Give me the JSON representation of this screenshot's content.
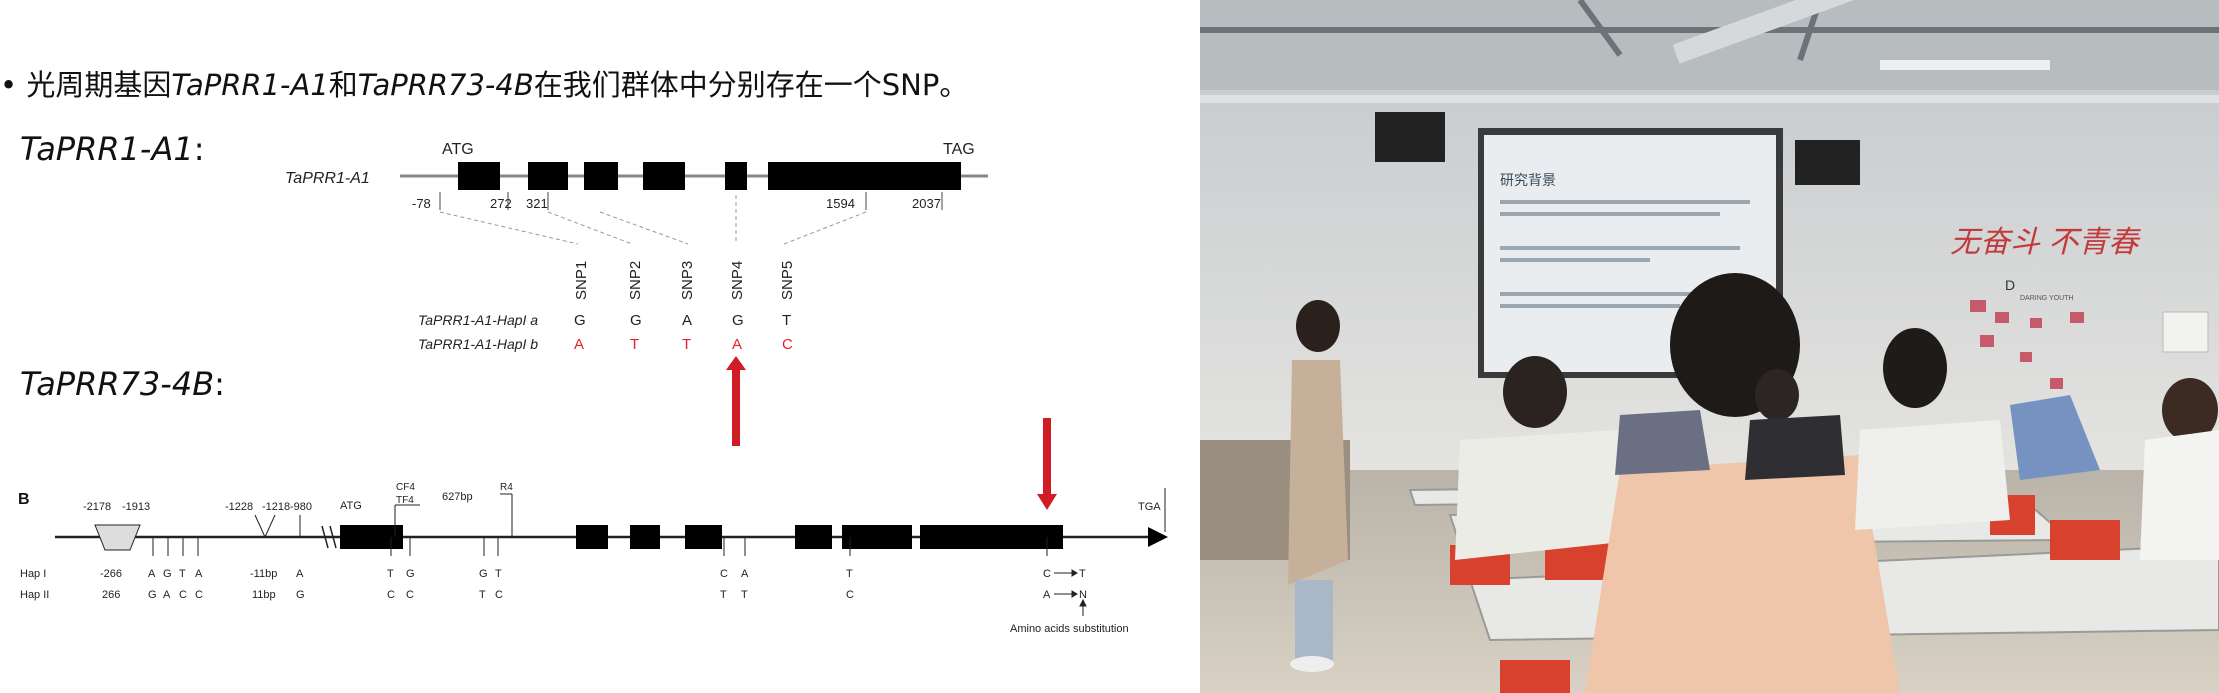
{
  "slide": {
    "bullet": "•",
    "title_pre": "光周期基因",
    "title_gene1": "TaPRR1-A1",
    "title_mid": "和",
    "title_gene2": "TaPRR73-4B",
    "title_post": "在我们群体中分别存在一个SNP。",
    "heading_a1": "TaPRR1-A1",
    "heading_b4": "TaPRR73-4B",
    "colon": ":",
    "diagram_a": {
      "gene_label": "TaPRR1-A1",
      "start_codon": "ATG",
      "stop_codon": "TAG",
      "positions": [
        "-78",
        "272",
        "321",
        "1594",
        "2037"
      ],
      "snps": [
        "SNP1",
        "SNP2",
        "SNP3",
        "SNP4",
        "SNP5"
      ],
      "hap_a_label": "TaPRR1-A1-HapI a",
      "hap_a_alleles": [
        "G",
        "G",
        "A",
        "G",
        "T"
      ],
      "hap_b_label": "TaPRR1-A1-HapI b",
      "hap_b_alleles": [
        "A",
        "T",
        "T",
        "A",
        "C"
      ],
      "alt_color": "#e8202a"
    },
    "diagram_b": {
      "panel_letter": "B",
      "upstream_positions": [
        "-2178",
        "-1913",
        "-1228",
        "-1218",
        "-980"
      ],
      "start_codon": "ATG",
      "motifs": [
        "CF4",
        "TF4",
        "627bp",
        "R4"
      ],
      "stop_codon": "TGA",
      "hap1_label": "Hap I",
      "hap2_label": "Hap II",
      "hap1_values": [
        "-266",
        "A",
        "G",
        "T",
        "A",
        "-11bp",
        "A",
        "T",
        "G",
        "G",
        "T",
        "C",
        "A",
        "T",
        "C",
        "T"
      ],
      "hap2_values": [
        "266",
        "G",
        "A",
        "C",
        "C",
        "11bp",
        "G",
        "C",
        "C",
        "T",
        "C",
        "T",
        "T",
        "C",
        "A",
        "N"
      ],
      "note": "Amino acids substitution",
      "arrow_color": "#d01c24"
    }
  },
  "photo": {
    "screen_title": "研究背景",
    "wall_slogan": "无奋斗 不青春",
    "wall_sub_d": "D",
    "wall_sub": "DARING YOUTH"
  }
}
